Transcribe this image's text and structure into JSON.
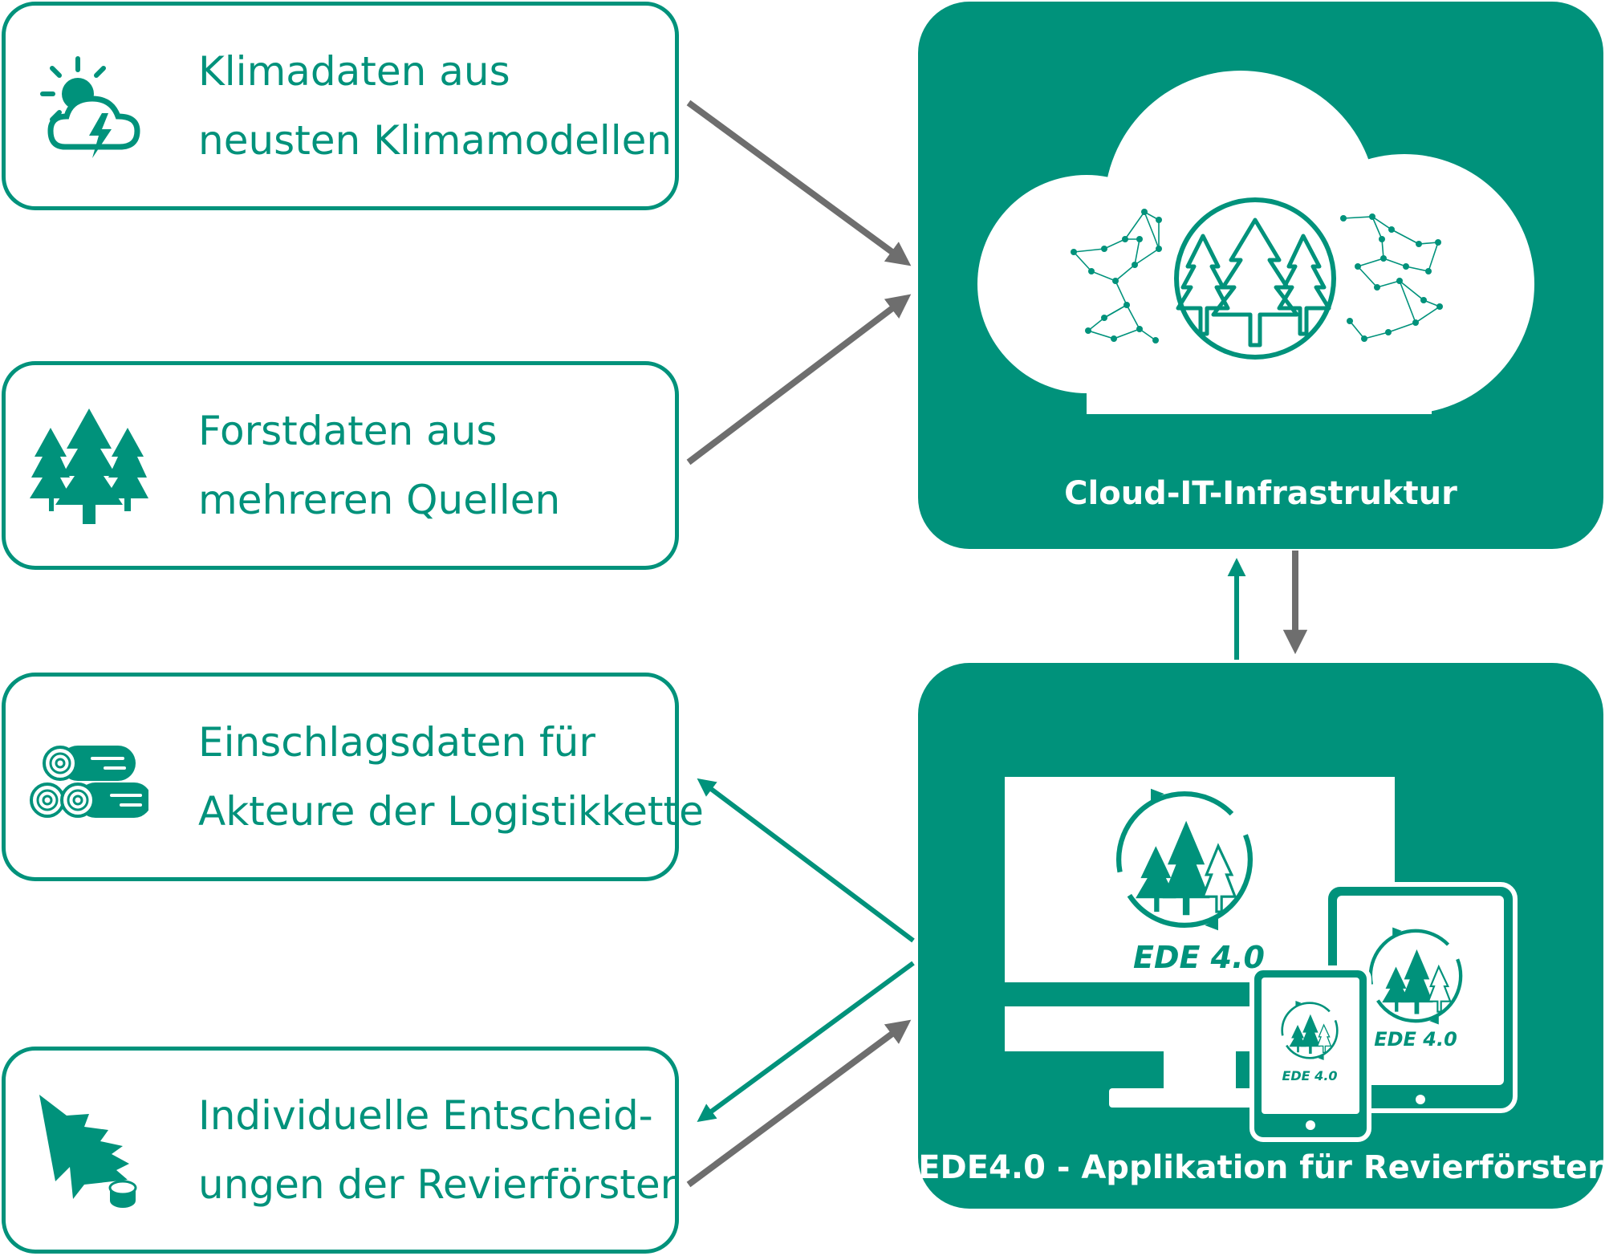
{
  "sources": [
    {
      "line1": "Klimadaten aus",
      "line2": "neusten Klimamodellen",
      "icon": "weather-sun-cloud-lightning-icon"
    },
    {
      "line1": "Forstdaten aus",
      "line2": "mehreren Quellen",
      "icon": "forest-trees-icon"
    },
    {
      "line1": "Einschlagsdaten für",
      "line2": "Akteure der Logistikkette",
      "icon": "logs-icon"
    },
    {
      "line1": "Individuelle Entscheid-",
      "line2": "ungen der Revierförster",
      "icon": "felled-tree-icon"
    }
  ],
  "cloud_panel": {
    "title": "Cloud-IT-Infrastruktur",
    "icon": "cloud-forest-network-icon"
  },
  "app_panel": {
    "title": "EDE4.0 - Applikation für Revierförster",
    "devices": [
      "desktop-monitor",
      "tablet",
      "phone"
    ]
  },
  "app_logo": {
    "text": "EDE 4.0"
  },
  "colors": {
    "green": "#00927b",
    "arrow_gray": "#6e6e6e",
    "white": "#ffffff"
  }
}
